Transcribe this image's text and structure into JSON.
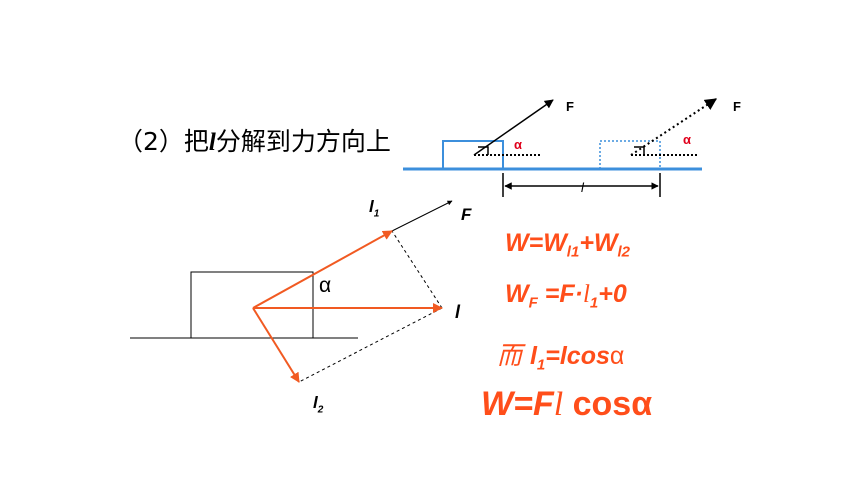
{
  "heading": {
    "prefix": "（2）把",
    "var": "l",
    "suffix": "分解到力方向上"
  },
  "top_diagram": {
    "force_label": "F",
    "angle_label": "α",
    "distance_label": "l",
    "colors": {
      "block": "#3c8fdc",
      "ground": "#3c8fdc",
      "angle": "#e0001b"
    }
  },
  "main_diagram": {
    "force_label": "F",
    "l1_label": "l",
    "l1_sub": "1",
    "l2_label": "l",
    "l2_sub": "2",
    "l_label": "l",
    "angle_label": "α",
    "colors": {
      "vectors": "#f15a22"
    }
  },
  "equations": {
    "eq1": {
      "a": "W=W",
      "s1": "l1",
      "b": "+W",
      "s2": "l2"
    },
    "eq2": {
      "a": "W",
      "s1": "F",
      "b": " =F·",
      "c": "l",
      "s2": "1",
      "d": "+0"
    },
    "eq3": {
      "a": "而 ",
      "b": "l",
      "s1": "1",
      "c": "=lcos",
      "d": "α"
    },
    "eq4": {
      "a": "W=F",
      "b": "l",
      "c": " cosα"
    },
    "color": "#ff4e1a"
  }
}
